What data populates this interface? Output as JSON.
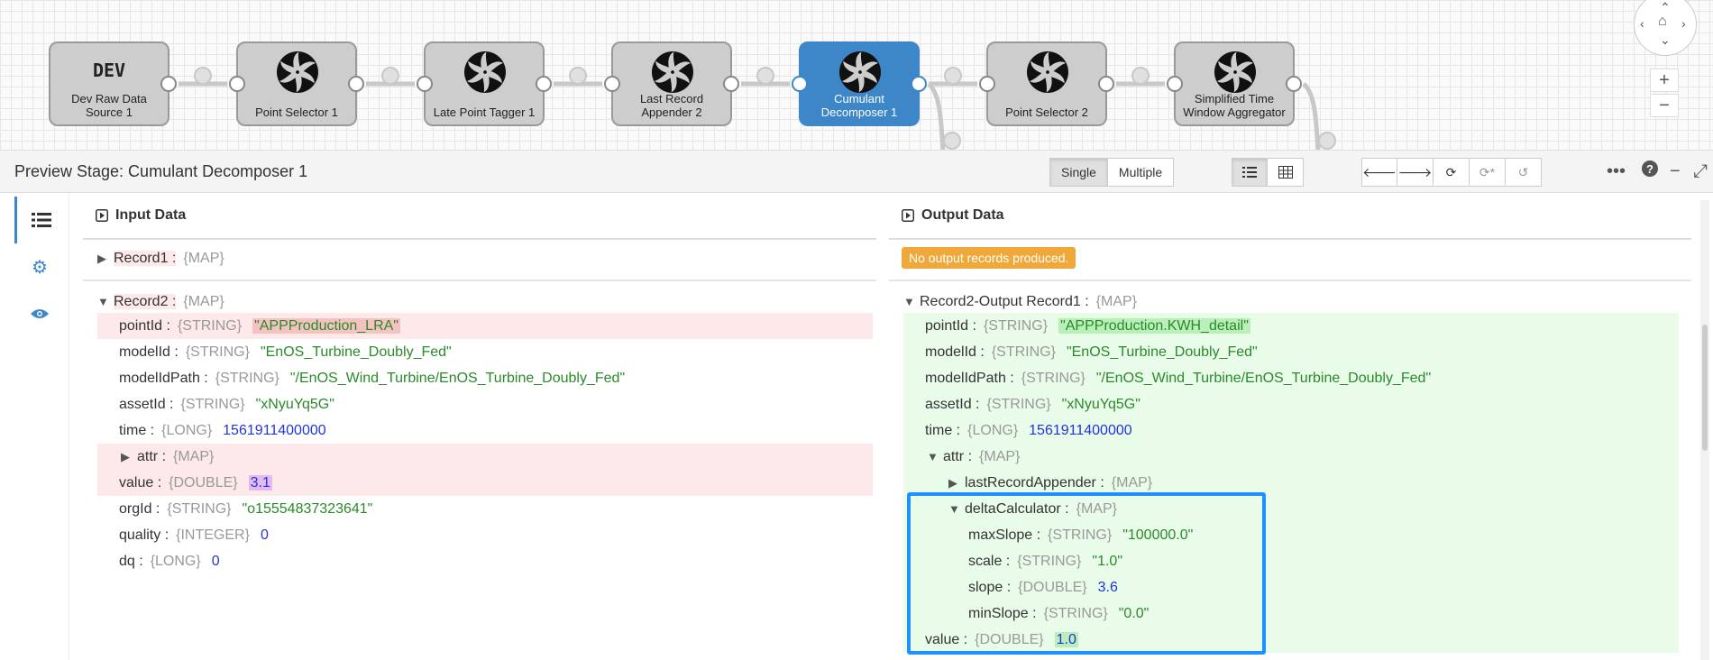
{
  "pipeline": {
    "stages": [
      {
        "id": "dev-raw-data-source-1",
        "kind": "dev",
        "icon_text": "DEV",
        "label_lines": [
          "Dev Raw Data",
          "Source 1"
        ],
        "selected": false
      },
      {
        "id": "point-selector-1",
        "kind": "stream",
        "label_lines": [
          "Point Selector 1"
        ],
        "selected": false
      },
      {
        "id": "late-point-tagger-1",
        "kind": "stream",
        "label_lines": [
          "Late Point Tagger 1"
        ],
        "selected": false
      },
      {
        "id": "last-record-appender-2",
        "kind": "stream",
        "label_lines": [
          "Last Record",
          "Appender 2"
        ],
        "selected": false
      },
      {
        "id": "cumulant-decomposer-1",
        "kind": "stream",
        "label_lines": [
          "Cumulant",
          "Decomposer 1"
        ],
        "selected": true
      },
      {
        "id": "point-selector-2",
        "kind": "stream",
        "label_lines": [
          "Point Selector 2"
        ],
        "selected": false
      },
      {
        "id": "simplified-time-window-aggregator",
        "kind": "stream",
        "label_lines": [
          "Simplified Time",
          "Window Aggregator"
        ],
        "selected": false
      }
    ],
    "zoom_in": "+",
    "zoom_out": "−"
  },
  "preview": {
    "title": "Preview Stage: Cumulant Decomposer 1",
    "mode_single": "Single",
    "mode_multiple": "Multiple",
    "active_mode": "Single",
    "active_view": "list"
  },
  "input": {
    "title": "Input Data",
    "record1": {
      "name": "Record1",
      "type": "{MAP}"
    },
    "record2": {
      "name": "Record2",
      "type": "{MAP}",
      "fields": [
        {
          "key": "pointId",
          "type": "{STRING}",
          "value": "\"APPProduction_LRA\"",
          "vtype": "str",
          "row": "red",
          "hl": "red"
        },
        {
          "key": "modelId",
          "type": "{STRING}",
          "value": "\"EnOS_Turbine_Doubly_Fed\"",
          "vtype": "str"
        },
        {
          "key": "modelIdPath",
          "type": "{STRING}",
          "value": "\"/EnOS_Wind_Turbine/EnOS_Turbine_Doubly_Fed\"",
          "vtype": "str"
        },
        {
          "key": "assetId",
          "type": "{STRING}",
          "value": "\"xNyuYq5G\"",
          "vtype": "str"
        },
        {
          "key": "time",
          "type": "{LONG}",
          "value": "1561911400000",
          "vtype": "num"
        },
        {
          "key": "attr",
          "type": "{MAP}",
          "value": "",
          "vtype": "map",
          "row": "red",
          "collapsed": true
        },
        {
          "key": "value",
          "type": "{DOUBLE}",
          "value": "3.1",
          "vtype": "num",
          "row": "red",
          "hl": "purple"
        },
        {
          "key": "orgId",
          "type": "{STRING}",
          "value": "\"o15554837323641\"",
          "vtype": "str"
        },
        {
          "key": "quality",
          "type": "{INTEGER}",
          "value": "0",
          "vtype": "num"
        },
        {
          "key": "dq",
          "type": "{LONG}",
          "value": "0",
          "vtype": "num"
        }
      ]
    }
  },
  "output": {
    "title": "Output Data",
    "no_output_badge": "No output records produced.",
    "record": {
      "name": "Record2-Output Record1",
      "type": "{MAP}",
      "fields": [
        {
          "key": "pointId",
          "type": "{STRING}",
          "value": "\"APPProduction.KWH_detail\"",
          "vtype": "str",
          "hl": "green"
        },
        {
          "key": "modelId",
          "type": "{STRING}",
          "value": "\"EnOS_Turbine_Doubly_Fed\"",
          "vtype": "str"
        },
        {
          "key": "modelIdPath",
          "type": "{STRING}",
          "value": "\"/EnOS_Wind_Turbine/EnOS_Turbine_Doubly_Fed\"",
          "vtype": "str"
        },
        {
          "key": "assetId",
          "type": "{STRING}",
          "value": "\"xNyuYq5G\"",
          "vtype": "str"
        },
        {
          "key": "time",
          "type": "{LONG}",
          "value": "1561911400000",
          "vtype": "num"
        }
      ],
      "attr": {
        "key": "attr",
        "type": "{MAP}",
        "lastRecordAppender": {
          "key": "lastRecordAppender",
          "type": "{MAP}"
        },
        "deltaCalculator": {
          "key": "deltaCalculator",
          "type": "{MAP}",
          "fields": [
            {
              "key": "maxSlope",
              "type": "{STRING}",
              "value": "\"100000.0\"",
              "vtype": "str"
            },
            {
              "key": "scale",
              "type": "{STRING}",
              "value": "\"1.0\"",
              "vtype": "str"
            },
            {
              "key": "slope",
              "type": "{DOUBLE}",
              "value": "3.6",
              "vtype": "num"
            },
            {
              "key": "minSlope",
              "type": "{STRING}",
              "value": "\"0.0\"",
              "vtype": "str"
            }
          ]
        }
      },
      "value_field": {
        "key": "value",
        "type": "{DOUBLE}",
        "value": "1.0",
        "vtype": "num",
        "hl": "green"
      }
    }
  },
  "colors": {
    "selected_stage": "#3d87c9",
    "highlight_box": "#1e90ff",
    "removed_row": "#fde9e9",
    "added_row": "#e9fbe9",
    "badge": "#f0a83a"
  }
}
